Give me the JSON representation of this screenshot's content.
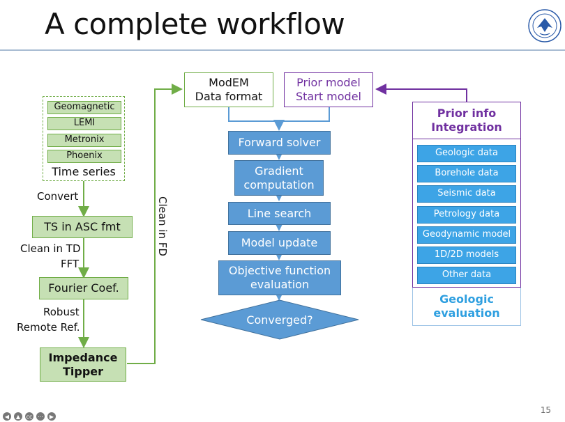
{
  "title": "A complete workflow",
  "time_series": {
    "formats": [
      "Geomagnetic",
      "LEMI",
      "Metronix",
      "Phoenix"
    ],
    "label": "Time series"
  },
  "left_flow": {
    "convert": "Convert",
    "ts_asc": "TS in ASC fmt",
    "clean_td": "Clean in TD",
    "fft": "FFT",
    "fourier": "Fourier Coef.",
    "robust": "Robust",
    "remote_ref": "Remote Ref.",
    "impedance": "Impedance",
    "tipper": "Tipper",
    "clean_fd": "Clean in FD"
  },
  "modem": {
    "line1": "ModEM",
    "line2": "Data format"
  },
  "prior_model": {
    "line1": "Prior model",
    "line2": "Start model"
  },
  "inversion": {
    "forward": "Forward solver",
    "gradient1": "Gradient",
    "gradient2": "computation",
    "line_search": "Line search",
    "model_update": "Model update",
    "objective1": "Objective function",
    "objective2": "evaluation",
    "converged": "Converged?"
  },
  "prior_info": {
    "title1": "Prior info",
    "title2": "Integration",
    "items": [
      "Geologic data",
      "Borehole data",
      "Seismic data",
      "Petrology data",
      "Geodynamic model",
      "1D/2D models",
      "Other data"
    ],
    "eval1": "Geologic",
    "eval2": "evaluation"
  },
  "page_number": "15",
  "colors": {
    "green_fill": "#c6e0b4",
    "green_border": "#70ad47",
    "blue_fill": "#5b9bd5",
    "purple": "#7030a0",
    "light_blue": "#3da4e6",
    "eval_text": "#2e9fe0"
  }
}
